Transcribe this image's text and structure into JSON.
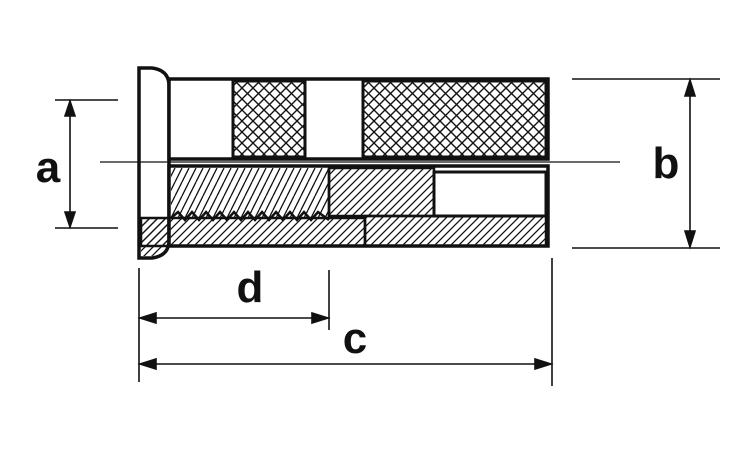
{
  "labels": {
    "a": "a",
    "b": "b",
    "c": "c",
    "d": "d"
  },
  "colors": {
    "ink": "#111111",
    "background": "#ffffff"
  }
}
